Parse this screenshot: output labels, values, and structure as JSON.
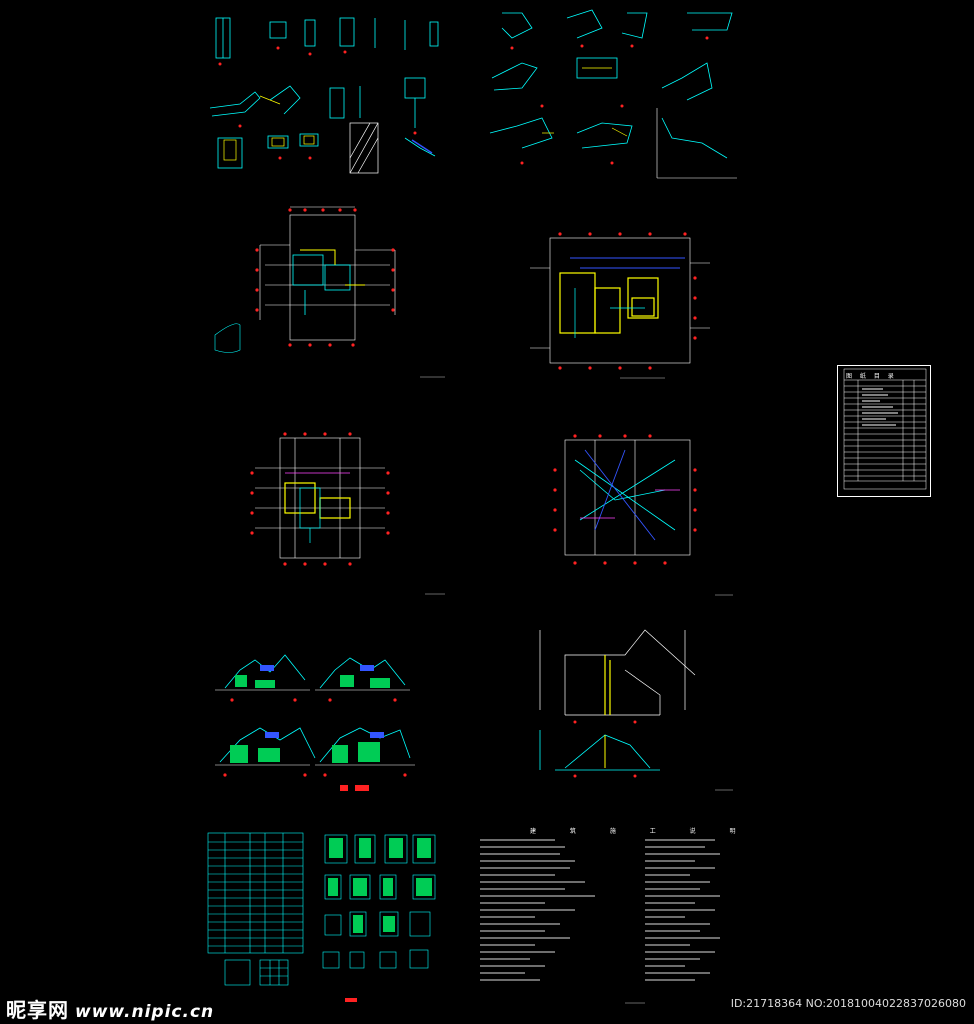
{
  "colors": {
    "background": "#000000",
    "cyan": "#00ffff",
    "yellow": "#ffff00",
    "red": "#ff2222",
    "white": "#ffffff",
    "green": "#00ff66",
    "blue": "#3355ff",
    "magenta": "#ff44ff"
  },
  "sheets": [
    {
      "id": "detail-sheet-1",
      "kind": "details"
    },
    {
      "id": "detail-sheet-2",
      "kind": "details"
    },
    {
      "id": "floor-plan-1",
      "kind": "plan"
    },
    {
      "id": "floor-plan-2",
      "kind": "plan"
    },
    {
      "id": "floor-plan-3",
      "kind": "plan"
    },
    {
      "id": "roof-plan",
      "kind": "plan"
    },
    {
      "id": "elevations",
      "kind": "elevation"
    },
    {
      "id": "sections",
      "kind": "section"
    },
    {
      "id": "door-window-schedule",
      "kind": "schedule"
    },
    {
      "id": "design-notes",
      "kind": "notes"
    }
  ],
  "legend": {
    "title": "图 纸 目 录",
    "rows": 18
  },
  "notes": {
    "title": "建 筑 施 工 说 明"
  },
  "watermark": {
    "site": "昵享网",
    "url": "www.nipic.cn",
    "id_text": "ID:21718364 NO:20181004022837026080"
  }
}
